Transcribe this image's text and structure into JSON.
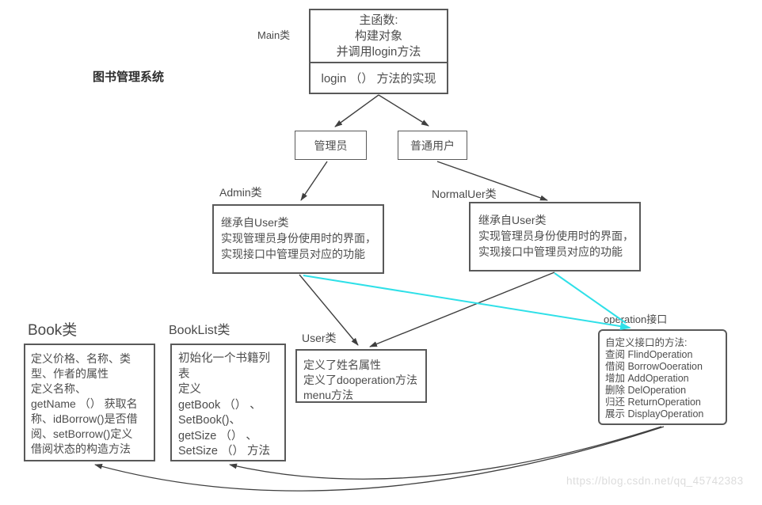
{
  "title": "图书管理系统",
  "watermark": "https://blog.csdn.net/qq_45742383",
  "colors": {
    "line": "#3f3f3f",
    "border": "#595959",
    "accent_cyan": "#2fe0e8"
  },
  "nodes": {
    "main": {
      "label": "Main类",
      "top_lines": [
        "主函数:",
        "构建对象",
        "并调用login方法"
      ],
      "bottom_line": "login （） 方法的实现"
    },
    "admin_role": {
      "label": "管理员"
    },
    "normal_role": {
      "label": "普通用户"
    },
    "admin": {
      "label": "Admin类",
      "lines": [
        "继承自User类",
        "实现管理员身份使用时的界面，",
        "实现接口中管理员对应的功能"
      ]
    },
    "normal": {
      "label": "NormalUer类",
      "lines": [
        "继承自User类",
        "实现管理员身份使用时的界面，",
        "实现接口中管理员对应的功能"
      ]
    },
    "user": {
      "label": "User类",
      "lines": [
        "定义了姓名属性",
        "定义了dooperation方法",
        "menu方法"
      ]
    },
    "operation": {
      "label": "operation接口",
      "lines": [
        "自定义接口的方法:",
        "查阅 FlindOperation",
        "借阅 BorrowOoeration",
        "增加 AddOperation",
        "删除 DelOperation",
        "归还 ReturnOperation",
        "展示 DisplayOperation"
      ]
    },
    "book": {
      "label": "Book类",
      "lines": [
        "定义价格、名称、类",
        "型、作者的属性",
        "定义名称、",
        "getName （） 获取名",
        "称、idBorrow()是否借",
        "阅、setBorrow()定义",
        "借阅状态的构造方法"
      ]
    },
    "booklist": {
      "label": "BookList类",
      "lines": [
        "初始化一个书籍列",
        "表",
        "定义",
        "getBook （） 、",
        "SetBook()、",
        "getSize （） 、",
        "SetSize （） 方法"
      ]
    }
  }
}
